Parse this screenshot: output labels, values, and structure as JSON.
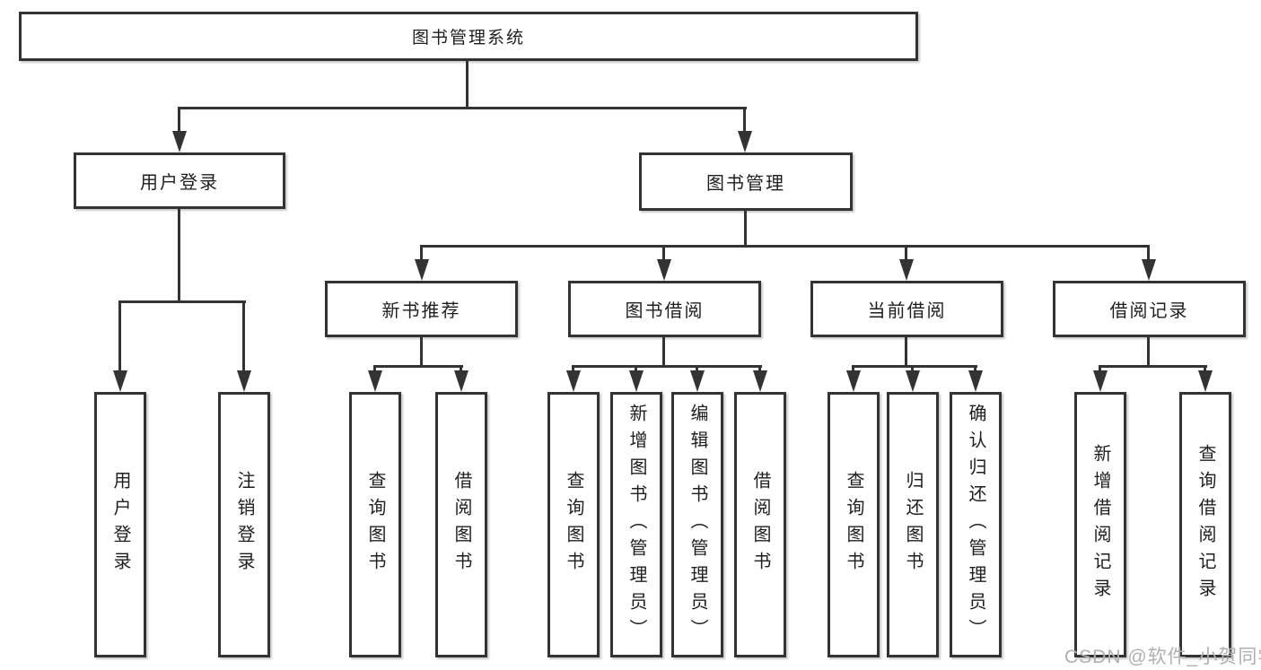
{
  "root": {
    "label": "图书管理系统"
  },
  "branches": {
    "user_login": {
      "label": "用户登录",
      "children": [
        {
          "label": "用户登录"
        },
        {
          "label": "注销登录"
        }
      ]
    },
    "book_mgmt": {
      "label": "图书管理",
      "sections": [
        {
          "label": "新书推荐",
          "children": [
            {
              "label": "查询图书"
            },
            {
              "label": "借阅图书"
            }
          ]
        },
        {
          "label": "图书借阅",
          "children": [
            {
              "label": "查询图书"
            },
            {
              "label": "新增图书（管理员）"
            },
            {
              "label": "编辑图书（管理员）"
            },
            {
              "label": "借阅图书"
            }
          ]
        },
        {
          "label": "当前借阅",
          "children": [
            {
              "label": "查询图书"
            },
            {
              "label": "归还图书"
            },
            {
              "label": "确认归还（管理员）"
            }
          ]
        },
        {
          "label": "借阅记录",
          "children": [
            {
              "label": "新增借阅记录"
            },
            {
              "label": "查询借阅记录"
            }
          ]
        }
      ]
    }
  },
  "watermark": {
    "text": "CSDN @软件_小贺同学"
  },
  "colors": {
    "line": "#333333",
    "border": "#333333",
    "text": "#1e1e1e",
    "fill": "#ffffff",
    "watermark": "#b0b0b0"
  }
}
